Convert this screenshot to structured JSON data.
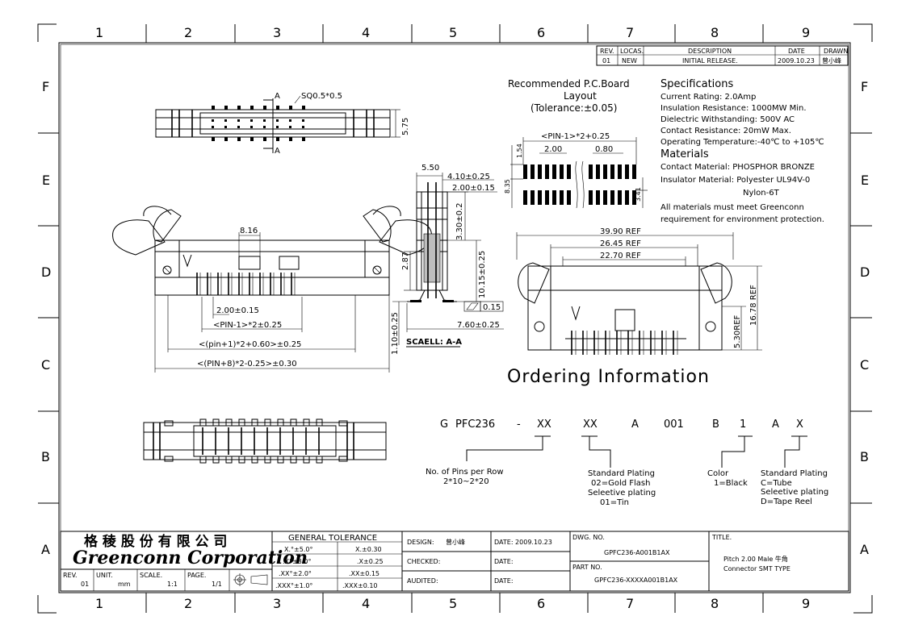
{
  "zones": {
    "columns": [
      "1",
      "2",
      "3",
      "4",
      "5",
      "6",
      "7",
      "8",
      "9"
    ],
    "rows": [
      "F",
      "E",
      "D",
      "C",
      "B",
      "A"
    ]
  },
  "revision_table": {
    "headers": [
      "REV.",
      "LOCAS.",
      "DESCRIPTION",
      "DATE",
      "DRAWN"
    ],
    "row": [
      "01",
      "NEW",
      "INITIAL RELEASE.",
      "2009.10.23",
      "曾小峰"
    ]
  },
  "top_view": {
    "dim_hole": "SQ0.5*0.5",
    "marker_a": "A",
    "dim_height": "5.75"
  },
  "front_view": {
    "dim_key": "8.16",
    "dim_pitch": "2.00±0.15",
    "dim_pin1": "<PIN-1>*2±0.25",
    "dim_pin2": "<(pin+1)*2+0.60>±0.25",
    "dim_pin3": "<(PIN+8)*2-0.25>±0.30"
  },
  "section_view": {
    "d_550": "5.50",
    "d_410": "4.10±0.25",
    "d_200": "2.00±0.15",
    "d_330": "3.30±0.2",
    "d_287": "2.87",
    "d_1015": "10.15±0.25",
    "flat": "0.15",
    "d_760": "7.60±0.25",
    "d_110": "1.10±0.25",
    "caption": "SCAELL: A-A"
  },
  "pcb_layout": {
    "title1": "Recommended P.C.Board",
    "title2": "Layout",
    "title3": "(Tolerance:±0.05)",
    "d_pin": "<PIN-1>*2+0.25",
    "d_200": "2.00",
    "d_080": "0.80",
    "d_154": "1.54",
    "d_835": "8.35",
    "d_341": "3.41"
  },
  "specifications": {
    "title": "Specifications",
    "lines": [
      "Current Rating: 2.0Amp",
      "Insulation Resistance: 1000MW Min.",
      "Dielectric Withstanding: 500V AC",
      "Contact Resistance: 20mW Max.",
      "Operating Temperature:-40℃ to +105℃"
    ],
    "materials_title": "Materials",
    "materials": [
      "Contact Material: PHOSPHOR BRONZE",
      "Insulator Material: Polyester UL94V-0",
      "Nylon-6T"
    ],
    "note": [
      "All materials must meet Greenconn",
      "requirement for environment protection."
    ]
  },
  "side_view": {
    "d_3990": "39.90 REF",
    "d_2645": "26.45 REF",
    "d_2270": "22.70 REF",
    "d_1678": "16.78 REF",
    "d_530": "5.30REF"
  },
  "ordering": {
    "title": "Ordering Information",
    "code": [
      "G",
      "PFC236",
      "-",
      "XX",
      "XX",
      "A",
      "001",
      "B",
      "1",
      "A",
      "X"
    ],
    "pins_label": "No. of Pins per Row",
    "pins_range": "2*10~2*20",
    "plating": [
      "Standard Plating",
      "02=Gold Flash",
      "Seleetive plating",
      "01=Tin"
    ],
    "color": [
      "Color",
      "1=Black"
    ],
    "packing": [
      "Standard Plating",
      "C=Tube",
      "Seleetive plating",
      "D=Tape Reel"
    ]
  },
  "title_block": {
    "company_cn": "格 稜 股 份 有 限 公 司",
    "company_en": "Greenconn Corporation",
    "rev_label": "REV.",
    "rev": "01",
    "unit_label": "UNIT.",
    "unit": "mm",
    "scale_label": "SCALE.",
    "scale": "1:1",
    "page_label": "PAGE.",
    "page": "1/1",
    "tol_title": "GENERAL TOLERANCE",
    "tol_rows": [
      [
        "X.°±5.0°",
        "X.±0.30"
      ],
      [
        ".X°±3.0°",
        ".X±0.25"
      ],
      [
        ".XX°±2.0°",
        ".XX±0.15"
      ],
      [
        ".XXX°±1.0°",
        ".XXX±0.10"
      ]
    ],
    "design_label": "DESIGN:",
    "designer": "曾小峰",
    "checked_label": "CHECKED:",
    "audited_label": "AUDITED:",
    "date_label": "DATE:",
    "date": "DATE: 2009.10.23",
    "dwg_label": "DWG. NO.",
    "dwg_no": "GPFC236-A001B1AX",
    "part_label": "PART NO.",
    "part_no": "GPFC236-XXXXA001B1AX",
    "title_label": "TITLE.",
    "title1": "Pitch 2.00 Male 牛角",
    "title2": "Connector SMT TYPE"
  }
}
